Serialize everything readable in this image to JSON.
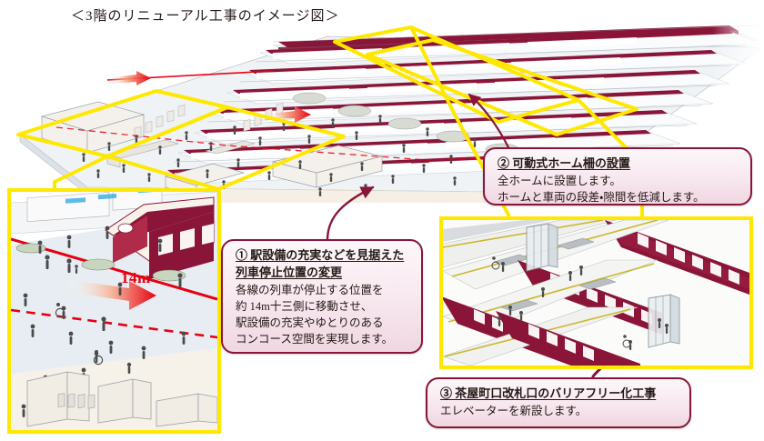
{
  "page": {
    "title": "＜3階のリニューアル工事のイメージ図＞",
    "background_color": "#ffffff"
  },
  "colors": {
    "highlight_yellow": "#FFE800",
    "callout_border": "#8A1538",
    "train_maroon": "#8A1538",
    "accent_red": "#E60012",
    "platform_blue_grey": "#E7EDF2",
    "floor_cream": "#F6EFE6"
  },
  "callouts": [
    {
      "id": "callout-1",
      "marker": "①",
      "heading_line_1": "① 駅設備の充実などを見据えた",
      "heading_line_2": "列車停止位置の変更",
      "body": [
        "各線の列車が停止する位置を",
        "約 14m十三側に移動させ、",
        "駅設備の充実やゆとりのある",
        "コンコース空間を実現します。"
      ]
    },
    {
      "id": "callout-2",
      "marker": "②",
      "heading_line_1": "② 可動式ホーム柵の設置",
      "heading_line_2": "",
      "body": [
        "全ホームに設置します。",
        "ホームと車両の段差・隙間を低減します。"
      ]
    },
    {
      "id": "callout-3",
      "marker": "③",
      "heading_line_1": "③ 茶屋町口改札口のバリアフリー化工事",
      "heading_line_2": "",
      "body": [
        "エレベーターを新設します。"
      ]
    }
  ],
  "annotations": {
    "distance_label": "14m"
  },
  "figure": {
    "main_diagram_name": "isometric-station-overview",
    "inset_left_name": "concourse-platform-detail",
    "inset_right_name": "platform-gate-detail"
  }
}
